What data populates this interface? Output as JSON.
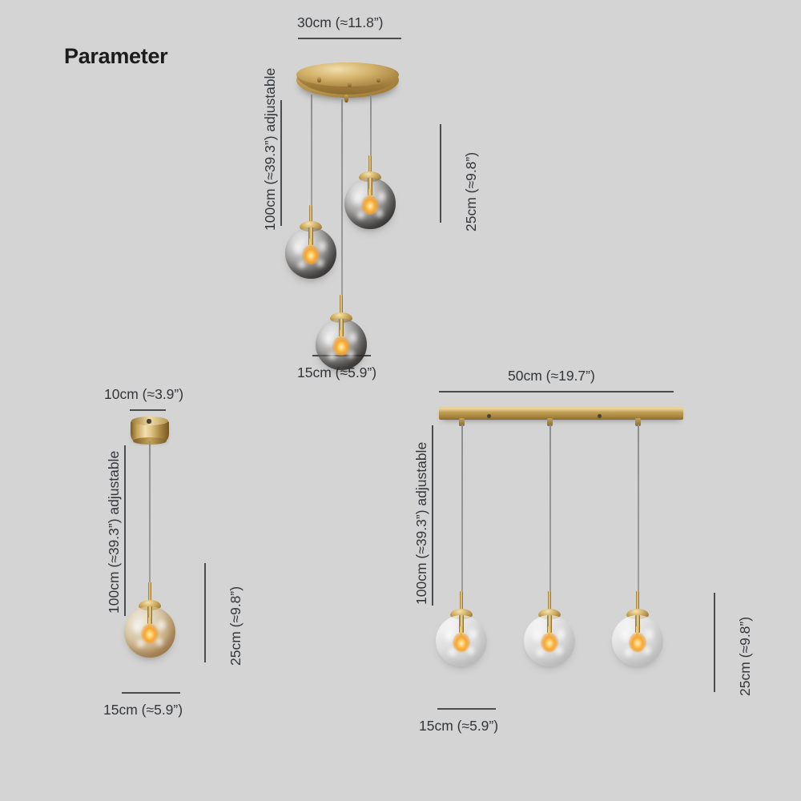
{
  "page": {
    "title": "Parameter",
    "background_color": "#d4d4d4",
    "text_color": "#33363a",
    "brass_color": "#c9a85e"
  },
  "variants": [
    {
      "id": "round-3-light",
      "name": "3-light round canopy pendant",
      "glass_color_name": "smoke gray",
      "glass_hex": "#5f5c5a",
      "lamp_count": 3,
      "canopy_shape": "round",
      "dimensions": {
        "canopy_width": "30cm (≈11.8”)",
        "drop_height": "100cm (≈39.3”) adjustable",
        "shade_height": "25cm (≈9.8”)",
        "shade_width": "15cm (≈5.9”)"
      }
    },
    {
      "id": "single-light",
      "name": "Single pendant",
      "glass_color_name": "amber",
      "glass_hex": "#d0a460",
      "lamp_count": 1,
      "canopy_shape": "cylinder",
      "dimensions": {
        "canopy_width": "10cm (≈3.9”)",
        "drop_height": "100cm (≈39.3”) adjustable",
        "shade_height": "25cm (≈9.8”)",
        "shade_width": "15cm (≈5.9”)"
      }
    },
    {
      "id": "linear-3-light",
      "name": "3-light linear bar pendant",
      "glass_color_name": "clear",
      "glass_hex": "#e2e2e2",
      "lamp_count": 3,
      "canopy_shape": "bar",
      "dimensions": {
        "canopy_width": "50cm (≈19.7”)",
        "drop_height": "100cm (≈39.3”) adjustable",
        "shade_height": "25cm (≈9.8”)",
        "shade_width": "15cm (≈5.9”)"
      }
    }
  ]
}
